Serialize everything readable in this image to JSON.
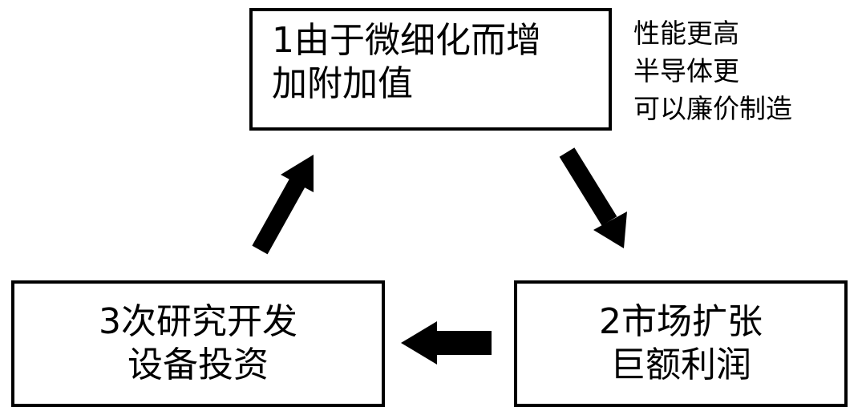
{
  "cycle": {
    "step1": {
      "lines": [
        "1由于微细化而增",
        "加附加值"
      ]
    },
    "step2": {
      "lines": [
        "2市场扩张",
        "巨额利润"
      ]
    },
    "step3": {
      "lines": [
        "3次研究开发",
        "设备投资"
      ]
    }
  },
  "annotation": {
    "lines": [
      "性能更高",
      "半导体更",
      "可以廉价制造"
    ]
  },
  "colors": {
    "stroke": "#000000",
    "background": "#ffffff"
  },
  "icons": [
    "arrow-up-right-icon",
    "arrow-down-right-icon",
    "arrow-left-icon"
  ]
}
